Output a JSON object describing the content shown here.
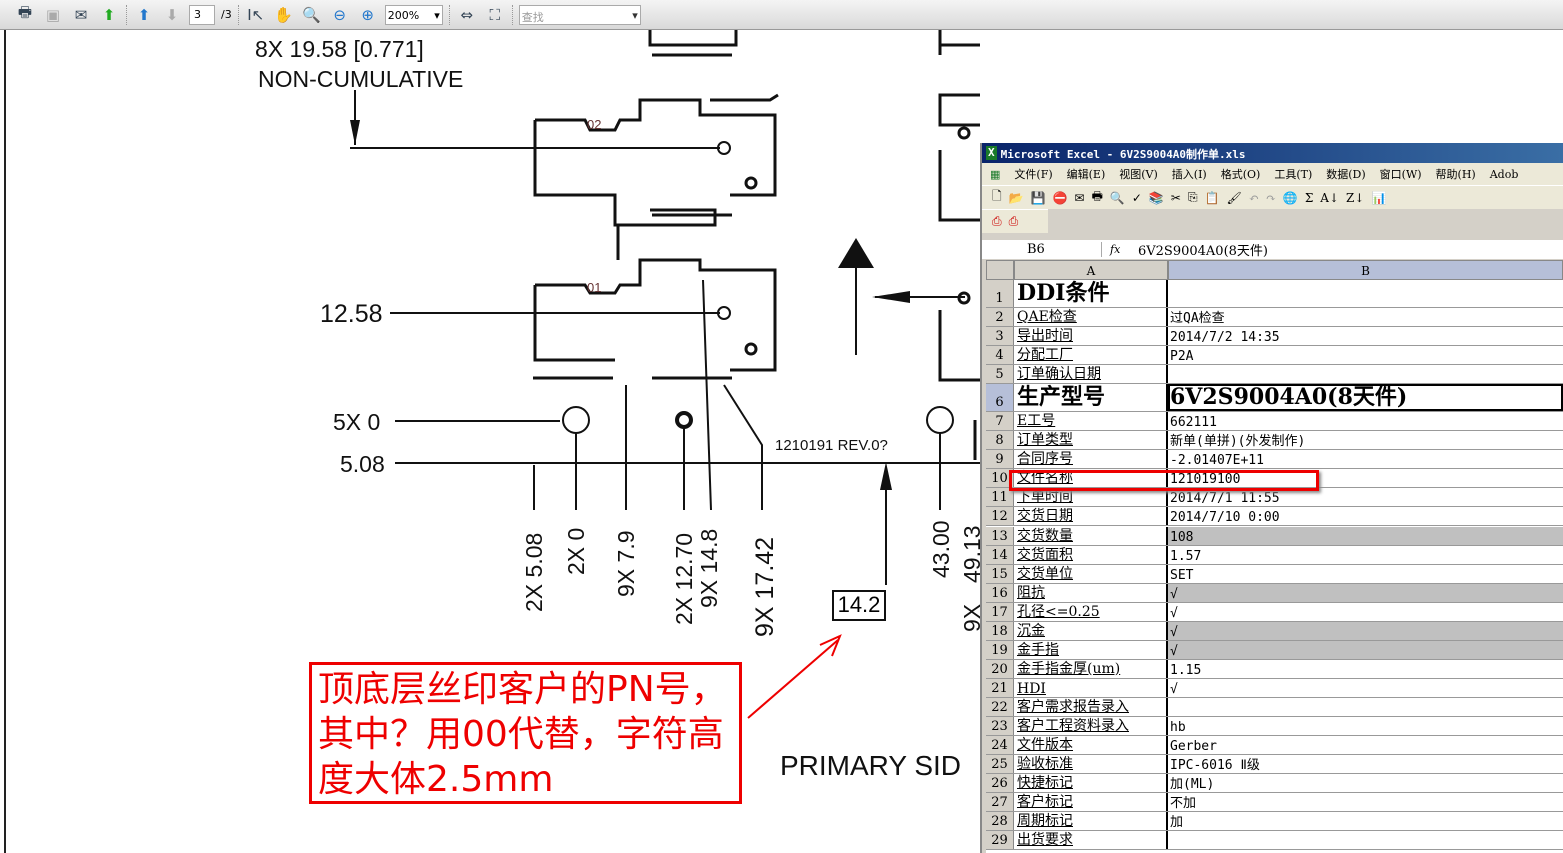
{
  "pdf_toolbar": {
    "page_current": "3",
    "page_total": "/3",
    "zoom": "200%",
    "find_placeholder": "查找"
  },
  "drawing": {
    "dim_top": "8X 19.58 [0.771]",
    "dim_top_note": "NON-CUMULATIVE",
    "pad_02": "02",
    "pad_01": "01",
    "dim_1258": "12.58",
    "dim_5x0": "5X 0",
    "dim_508": "5.08",
    "rev": "1210191 REV.0?",
    "v_labels": [
      "2X 5.08",
      "2X 0",
      "9X 7.9",
      "2X 12.70",
      "9X 14.8",
      "9X 17.42",
      "43.00",
      "49.13",
      "9X"
    ],
    "box_value": "14.2",
    "primary": "PRIMARY SID",
    "note": "顶底层丝印客户的PN号，其中？用00代替，字符高度大体2.5mm"
  },
  "excel": {
    "title": "Microsoft Excel - 6V2S9004A0制作单.xls",
    "menu": [
      "文件(F)",
      "编辑(E)",
      "视图(V)",
      "插入(I)",
      "格式(O)",
      "工具(T)",
      "数据(D)",
      "窗口(W)",
      "帮助(H)",
      "Adob"
    ],
    "name_box": "B6",
    "fx": "fx",
    "formula": "6V2S9004A0(8天件)",
    "col_a": "A",
    "col_b": "B",
    "rows": [
      {
        "n": "1",
        "a": "DDI条件",
        "b": ""
      },
      {
        "n": "2",
        "a": "QAE检查",
        "b": "过QA检查"
      },
      {
        "n": "3",
        "a": "导出时间",
        "b": "2014/7/2 14:35"
      },
      {
        "n": "4",
        "a": "分配工厂",
        "b": "P2A"
      },
      {
        "n": "5",
        "a": "订单确认日期",
        "b": ""
      },
      {
        "n": "6",
        "a": "生产型号",
        "b": "6V2S9004A0(8天件)"
      },
      {
        "n": "7",
        "a": "E工号",
        "b": "662111"
      },
      {
        "n": "8",
        "a": "订单类型",
        "b": "新单(单拼)(外发制作)"
      },
      {
        "n": "9",
        "a": "合同序号",
        "b": "-2.01407E+11"
      },
      {
        "n": "10",
        "a": "文件名称",
        "b": "121019100"
      },
      {
        "n": "11",
        "a": "下单时间",
        "b": "2014/7/1 11:55"
      },
      {
        "n": "12",
        "a": "交货日期",
        "b": "2014/7/10 0:00"
      },
      {
        "n": "13",
        "a": "交货数量",
        "b": "108",
        "shade": true
      },
      {
        "n": "14",
        "a": "交货面积",
        "b": "1.57"
      },
      {
        "n": "15",
        "a": "交货单位",
        "b": "SET"
      },
      {
        "n": "16",
        "a": "阻抗",
        "b": "√",
        "shade": true
      },
      {
        "n": "17",
        "a": "孔径<=0.25",
        "b": "√"
      },
      {
        "n": "18",
        "a": "沉金",
        "b": "√",
        "shade": true
      },
      {
        "n": "19",
        "a": "金手指",
        "b": "√",
        "shade": true
      },
      {
        "n": "20",
        "a": "金手指金厚(um)",
        "b": "1.15"
      },
      {
        "n": "21",
        "a": "HDI",
        "b": "√"
      },
      {
        "n": "22",
        "a": "客户需求报告录入",
        "b": ""
      },
      {
        "n": "23",
        "a": "客户工程资料录入",
        "b": "hb"
      },
      {
        "n": "24",
        "a": "文件版本",
        "b": "Gerber"
      },
      {
        "n": "25",
        "a": "验收标准",
        "b": "IPC-6016 Ⅱ级"
      },
      {
        "n": "26",
        "a": "快捷标记",
        "b": "加(ML)"
      },
      {
        "n": "27",
        "a": "客户标记",
        "b": "不加"
      },
      {
        "n": "28",
        "a": "周期标记",
        "b": "加"
      },
      {
        "n": "29",
        "a": "出货要求",
        "b": ""
      }
    ]
  }
}
